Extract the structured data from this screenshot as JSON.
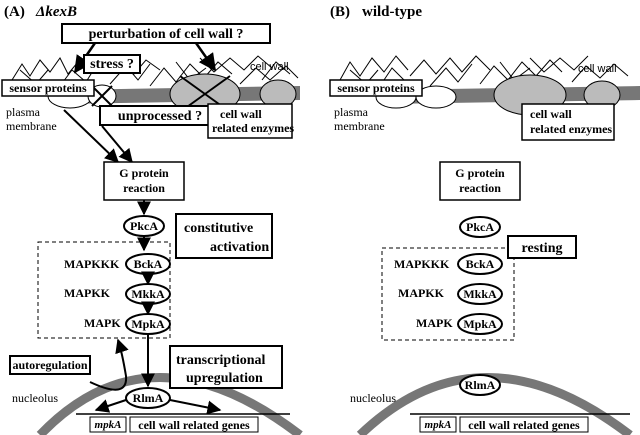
{
  "left": {
    "panel_id": "(A)",
    "title": "ΔkexB",
    "perturbation": "perturbation of cell wall ?",
    "stress": "stress ?",
    "cell_wall": "cell wall",
    "sensor_proteins": "sensor proteins",
    "plasma": "plasma",
    "membrane": "membrane",
    "unprocessed": "unprocessed ?",
    "enzymes_l1": "cell wall",
    "enzymes_l2": "related enzymes",
    "g_protein_l1": "G protein",
    "g_protein_l2": "reaction",
    "pkca": "PkcA",
    "constitutive_l1": "constitutive",
    "constitutive_l2": "activation",
    "mapkkk": "MAPKKK",
    "bcka": "BckA",
    "mapkk": "MAPKK",
    "mkka": "MkkA",
    "mapk": "MAPK",
    "mpka": "MpkA",
    "autoregulation": "autoregulation",
    "transcriptional_l1": "transcriptional",
    "transcriptional_l2": "upregulation",
    "nucleolus": "nucleolus",
    "rlma": "RlmA",
    "mpkA_gene": "mpkA",
    "genes": "cell wall related genes"
  },
  "right": {
    "panel_id": "(B)",
    "title": "wild-type",
    "cell_wall": "cell wall",
    "sensor_proteins": "sensor proteins",
    "plasma": "plasma",
    "membrane": "membrane",
    "enzymes_l1": "cell wall",
    "enzymes_l2": "related enzymes",
    "g_protein_l1": "G protein",
    "g_protein_l2": "reaction",
    "pkca": "PkcA",
    "resting": "resting",
    "mapkkk": "MAPKKK",
    "bcka": "BckA",
    "mapkk": "MAPKK",
    "mkka": "MkkA",
    "mapk": "MAPK",
    "mpka": "MpkA",
    "nucleolus": "nucleolus",
    "rlma": "RlmA",
    "mpkA_gene": "mpkA",
    "genes": "cell wall related genes"
  }
}
